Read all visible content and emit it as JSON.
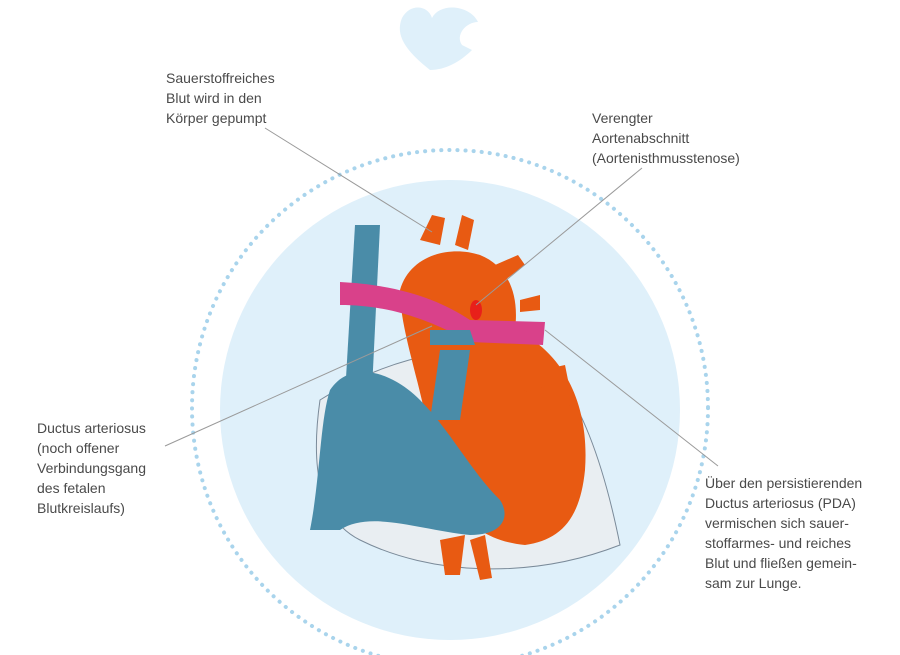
{
  "labels": {
    "oxygen_rich": "Sauerstoffreiches\nBlut wird in den\nKörper gepumpt",
    "narrowed_aorta": "Verengter\nAortenabschnitt\n(Aortenisthmusstenose)",
    "ductus": "Ductus arteriosus\n(noch offener\nVerbindungsgang\ndes fetalen\nBlutkreislaufs)",
    "pda_mixing": "Über den persistierenden\nDuctus arteriosus (PDA)\nvermischen sich sauer-\nstoffarmes- und reiches\nBlut und fließen gemein-\nsam zur Lunge."
  },
  "colors": {
    "oxygen_rich": "#e85a12",
    "oxygen_poor": "#4a8ca8",
    "ductus": "#d9418a",
    "background_circle": "#dff0fa",
    "dots": "#a9d4ec"
  }
}
